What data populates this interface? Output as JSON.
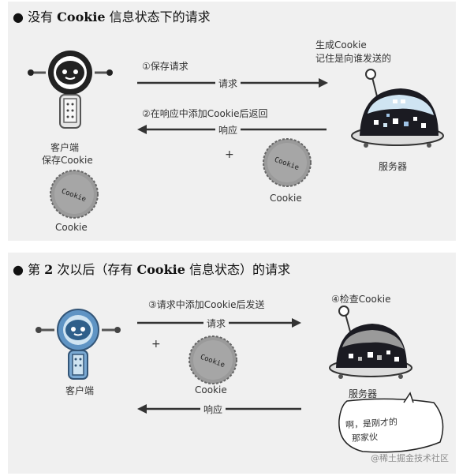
{
  "section1": {
    "title_prefix": "没有 ",
    "title_bold": "Cookie",
    "title_suffix": " 信息状态下的请求",
    "step1": "①保存请求",
    "request_label": "请求",
    "step2": "②在响应中添加Cookie后返回",
    "response_label": "响应",
    "plus": "+",
    "client_label_line1": "客户端",
    "client_label_line2": "保存Cookie",
    "server_note_line1": "生成Cookie",
    "server_note_line2": "记住是向谁发送的",
    "server_label": "服务器",
    "cookie_label_right": "Cookie",
    "cookie_label_left": "Cookie"
  },
  "section2": {
    "title_prefix": "第 ",
    "title_bold": "2",
    "title_suffix": " 次以后（存有 ",
    "title_bold2": "Cookie",
    "title_suffix2": " 信息状态）的请求",
    "step3": "③请求中添加Cookie后发送",
    "request_label": "请求",
    "step4": "④检查Cookie",
    "plus": "+",
    "client_label": "客户端",
    "cookie_label": "Cookie",
    "server_label": "服务器",
    "response_label": "响应",
    "speech_line1": "啊，是刚才的",
    "speech_line2": "那家伙"
  },
  "cookie_text": "Cookie",
  "watermark": "@稀土掘金技术社区",
  "colors": {
    "panel_bg": "#f0f0f0",
    "robot_dark": "#222222",
    "robot_blue": "#5f94c4",
    "cookie_gray": "#9a9a9a",
    "server_screen": "#1b1b22",
    "server_dome_light": "#cfe4f2"
  }
}
